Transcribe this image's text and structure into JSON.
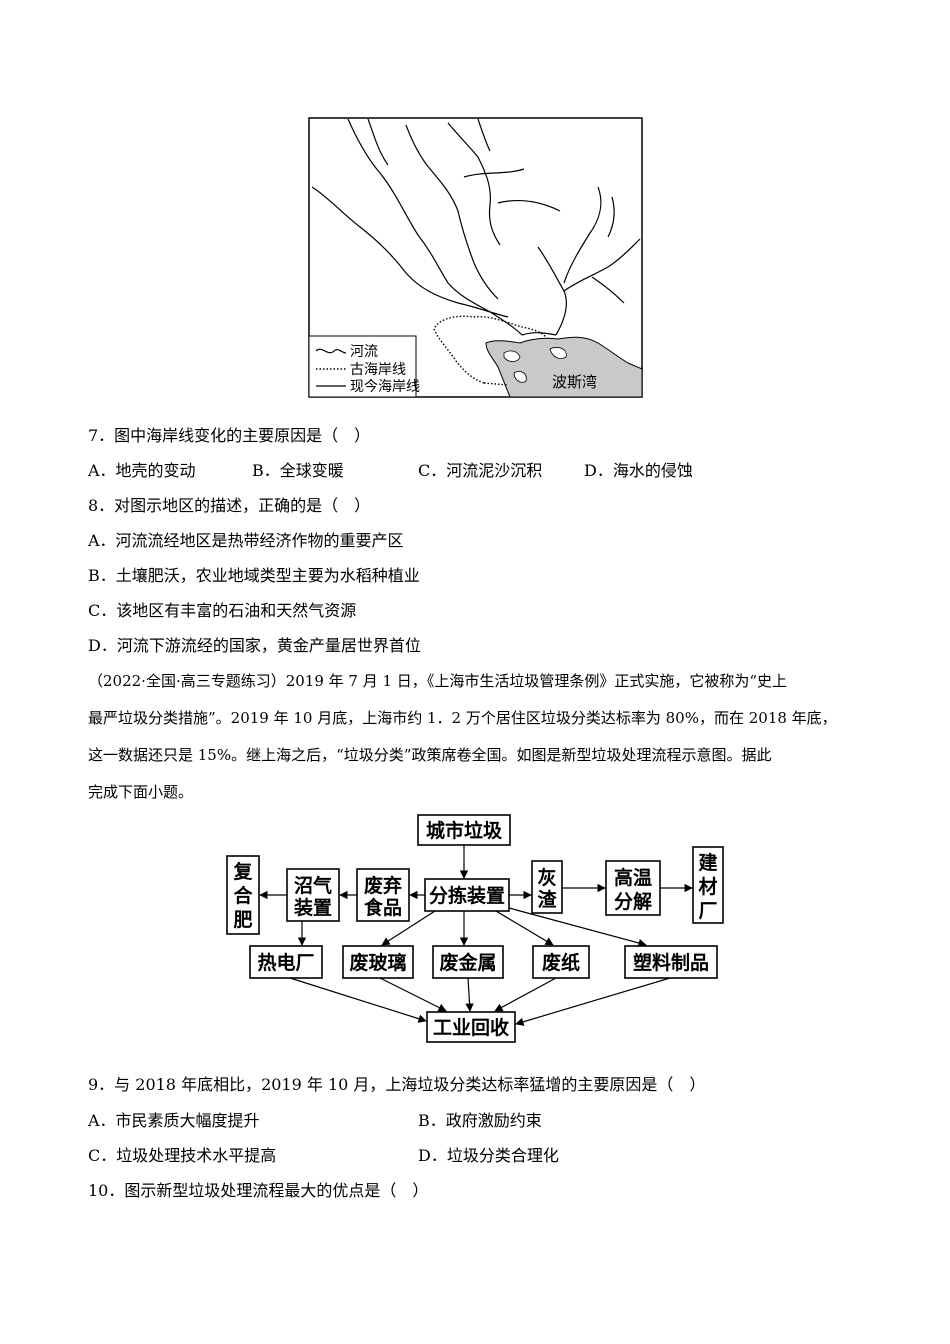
{
  "map": {
    "legend": {
      "river": "河流",
      "ancient_coast": "古海岸线",
      "modern_coast": "现今海岸线"
    },
    "gulf_label": "波斯湾"
  },
  "q7": {
    "stem": "7．图中海岸线变化的主要原因是（　）",
    "options": [
      "A．地壳的变动",
      "B．全球变暖",
      "C．河流泥沙沉积",
      "D．海水的侵蚀"
    ]
  },
  "q8": {
    "stem": "8．对图示地区的描述，正确的是（　）",
    "options": [
      "A．河流流经地区是热带经济作物的重要产区",
      "B．土壤肥沃，农业地域类型主要为水稻种植业",
      "C．该地区有丰富的石油和天然气资源",
      "D．河流下游流经的国家，黄金产量居世界首位"
    ]
  },
  "passage": {
    "lines": [
      "（2022·全国·高三专题练习）2019 年 7 月 1 日，《上海市生活垃圾管理条例》正式实施，它被称为“史上",
      "最严垃圾分类措施”。2019 年 10 月底，上海市约 1．2 万个居住区垃圾分类达标率为 80%，而在 2018 年底，",
      "这一数据还只是 15%。继上海之后，“垃圾分类”政策席卷全国。如图是新型垃圾处理流程示意图。据此",
      "完成下面小题。"
    ]
  },
  "flow": {
    "city_waste": "城市垃圾",
    "sorting": "分拣装置",
    "food_waste": [
      "废弃",
      "食品"
    ],
    "biogas": [
      "沼气",
      "装置"
    ],
    "compound_fert": [
      "复",
      "合",
      "肥"
    ],
    "ash": [
      "灰",
      "渣"
    ],
    "high_temp": [
      "高温",
      "分解"
    ],
    "building_mat": [
      "建",
      "材",
      "厂"
    ],
    "power_plant": "热电厂",
    "glass": "废玻璃",
    "metal": "废金属",
    "paper": "废纸",
    "plastic": "塑料制品",
    "industrial": "工业回收"
  },
  "q9": {
    "stem": "9．与 2018 年底相比，2019 年 10 月，上海垃圾分类达标率猛增的主要原因是（　）",
    "options": [
      "A．市民素质大幅度提升",
      "B．政府激励约束",
      "C．垃圾处理技术水平提高",
      "D．垃圾分类合理化"
    ]
  },
  "q10": {
    "stem": "10．图示新型垃圾处理流程最大的优点是（　）"
  }
}
